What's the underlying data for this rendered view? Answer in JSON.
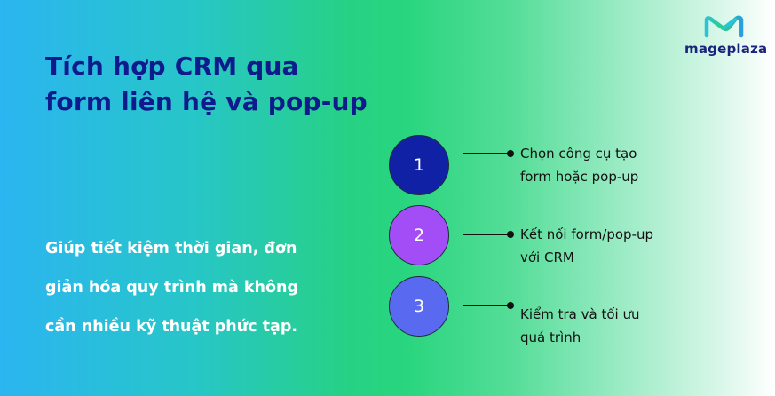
{
  "title": {
    "lines": [
      "Tích hợp CRM qua",
      "form liên hệ và pop-up"
    ],
    "color": "#0f1a8c"
  },
  "description": {
    "lines": [
      "Giúp tiết kiệm thời gian, đơn",
      "giản hóa quy trình mà không",
      "cần nhiều kỹ thuật phức tạp."
    ]
  },
  "logo": {
    "icon": "mageplaza-m-icon",
    "text": "mageplaza"
  },
  "steps": [
    {
      "number": "1",
      "color": "#1121a6",
      "label_lines": [
        "Chọn công cụ tạo",
        "form hoặc pop-up"
      ]
    },
    {
      "number": "2",
      "color": "#a24df5",
      "label_lines": [
        "Kết nối form/pop-up",
        "với CRM"
      ]
    },
    {
      "number": "3",
      "color": "#5a6af0",
      "label_lines": [
        "Kiểm tra và tối ưu",
        "quá trình"
      ]
    }
  ],
  "background": {
    "gradient_stops": [
      "#2bb5f1",
      "#28d57e",
      "#ffffff"
    ]
  }
}
